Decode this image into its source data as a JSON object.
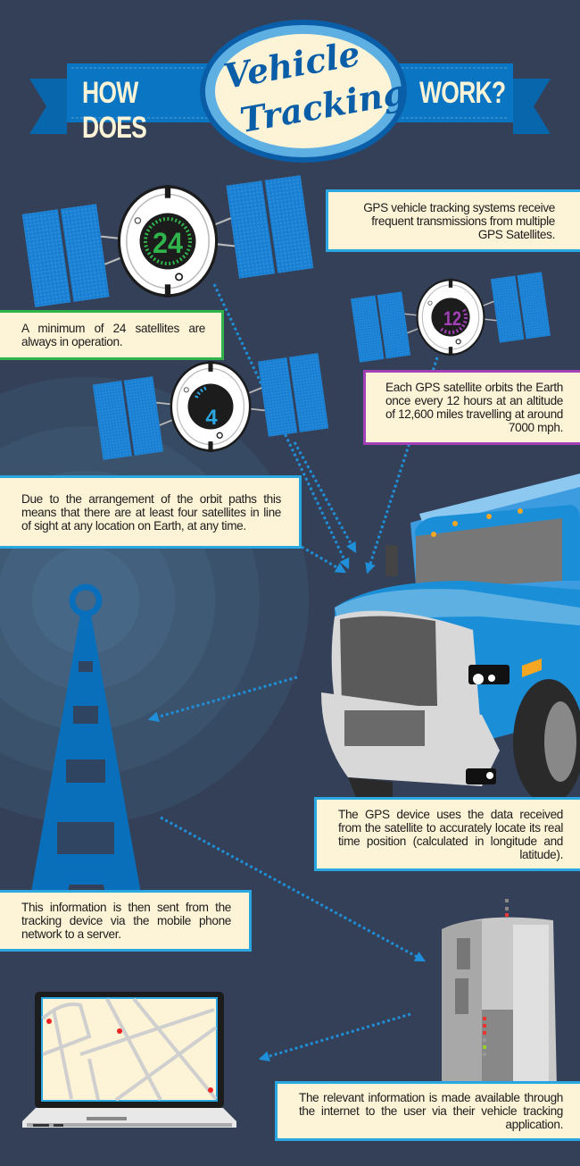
{
  "title": {
    "left": "HOW DOES",
    "script_line1": "Vehicle",
    "script_line2": "Tracking",
    "right": "WORK?"
  },
  "satellites": [
    {
      "number": "24",
      "color": "#2fb34a"
    },
    {
      "number": "12",
      "color": "#a340b8"
    },
    {
      "number": "4",
      "color": "#2aa7e0"
    }
  ],
  "captions": {
    "gps_transmissions": "GPS vehicle tracking systems receive frequent transmissions from multiple GPS Satellites.",
    "minimum_satellites": "A minimum of 24 satellites are always in operation.",
    "orbit": "Each GPS satellite orbits the Earth once every 12 hours at an altitude of 12,600 miles travelling at around 7000 mph.",
    "line_of_sight": "Due to the arrangement of the orbit paths this means that there are at least four satellites in line of sight at any location on Earth, at any time.",
    "gps_device": "The GPS device uses the data received from the satellite to accurately locate its real time position (calculated in longitude and latitude).",
    "mobile_network": "This information is then sent from the tracking device via the mobile phone network to a server.",
    "internet": "The relevant information is made available through the internet to the user via their vehicle tracking application."
  },
  "colors": {
    "background": "#344058",
    "box_fill": "#fdf3d6",
    "box_border": "#2aa7e0",
    "green_border": "#2fb34a",
    "purple_border": "#a340b8",
    "ribbon": "#0a6fba"
  }
}
